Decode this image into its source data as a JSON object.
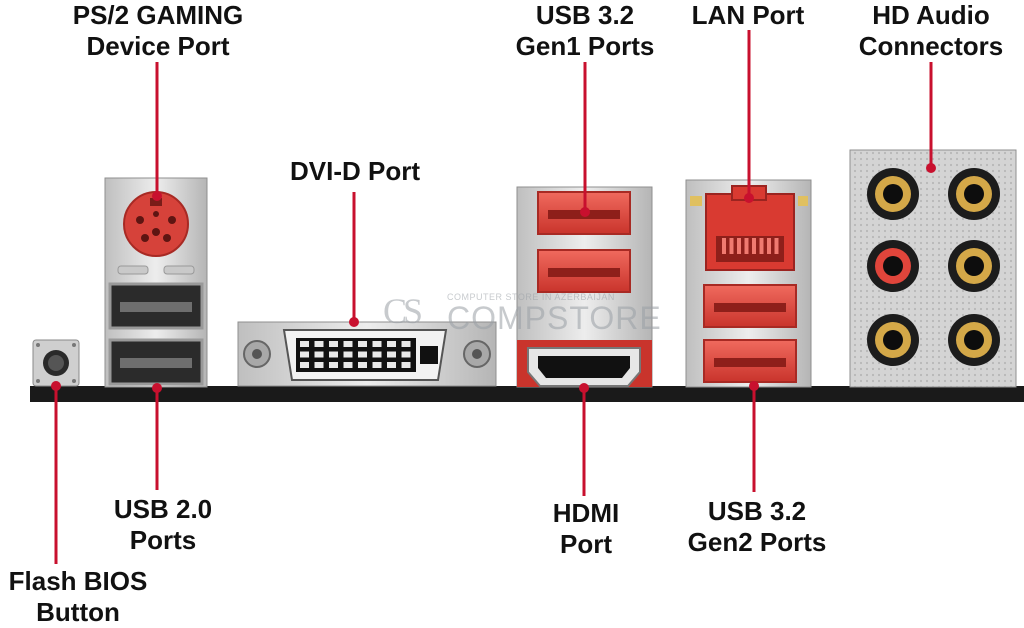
{
  "colors": {
    "accent": "#c8102e",
    "board": "#1a1a1a",
    "port_red": "#e0453b",
    "metal": "#d9d9d9",
    "audio_ring": "#d4a848"
  },
  "labels": {
    "ps2": {
      "line1": "PS/2 GAMING",
      "line2": "Device Port"
    },
    "usb32gen1": {
      "line1": "USB 3.2",
      "line2": "Gen1 Ports"
    },
    "lan": {
      "line1": "LAN Port"
    },
    "hdaudio": {
      "line1": "HD Audio",
      "line2": "Connectors"
    },
    "dvid": {
      "line1": "DVI-D Port"
    },
    "usb20": {
      "line1": "USB 2.0",
      "line2": "Ports"
    },
    "hdmi": {
      "line1": "HDMI",
      "line2": "Port"
    },
    "usb32gen2": {
      "line1": "USB 3.2",
      "line2": "Gen2 Ports"
    },
    "flash": {
      "line1": "Flash BIOS",
      "line2": "Button"
    }
  },
  "watermark": {
    "logo": "CS",
    "small": "COMPUTER STORE IN AZERBAIJAN",
    "big": "COMPSTORE"
  }
}
